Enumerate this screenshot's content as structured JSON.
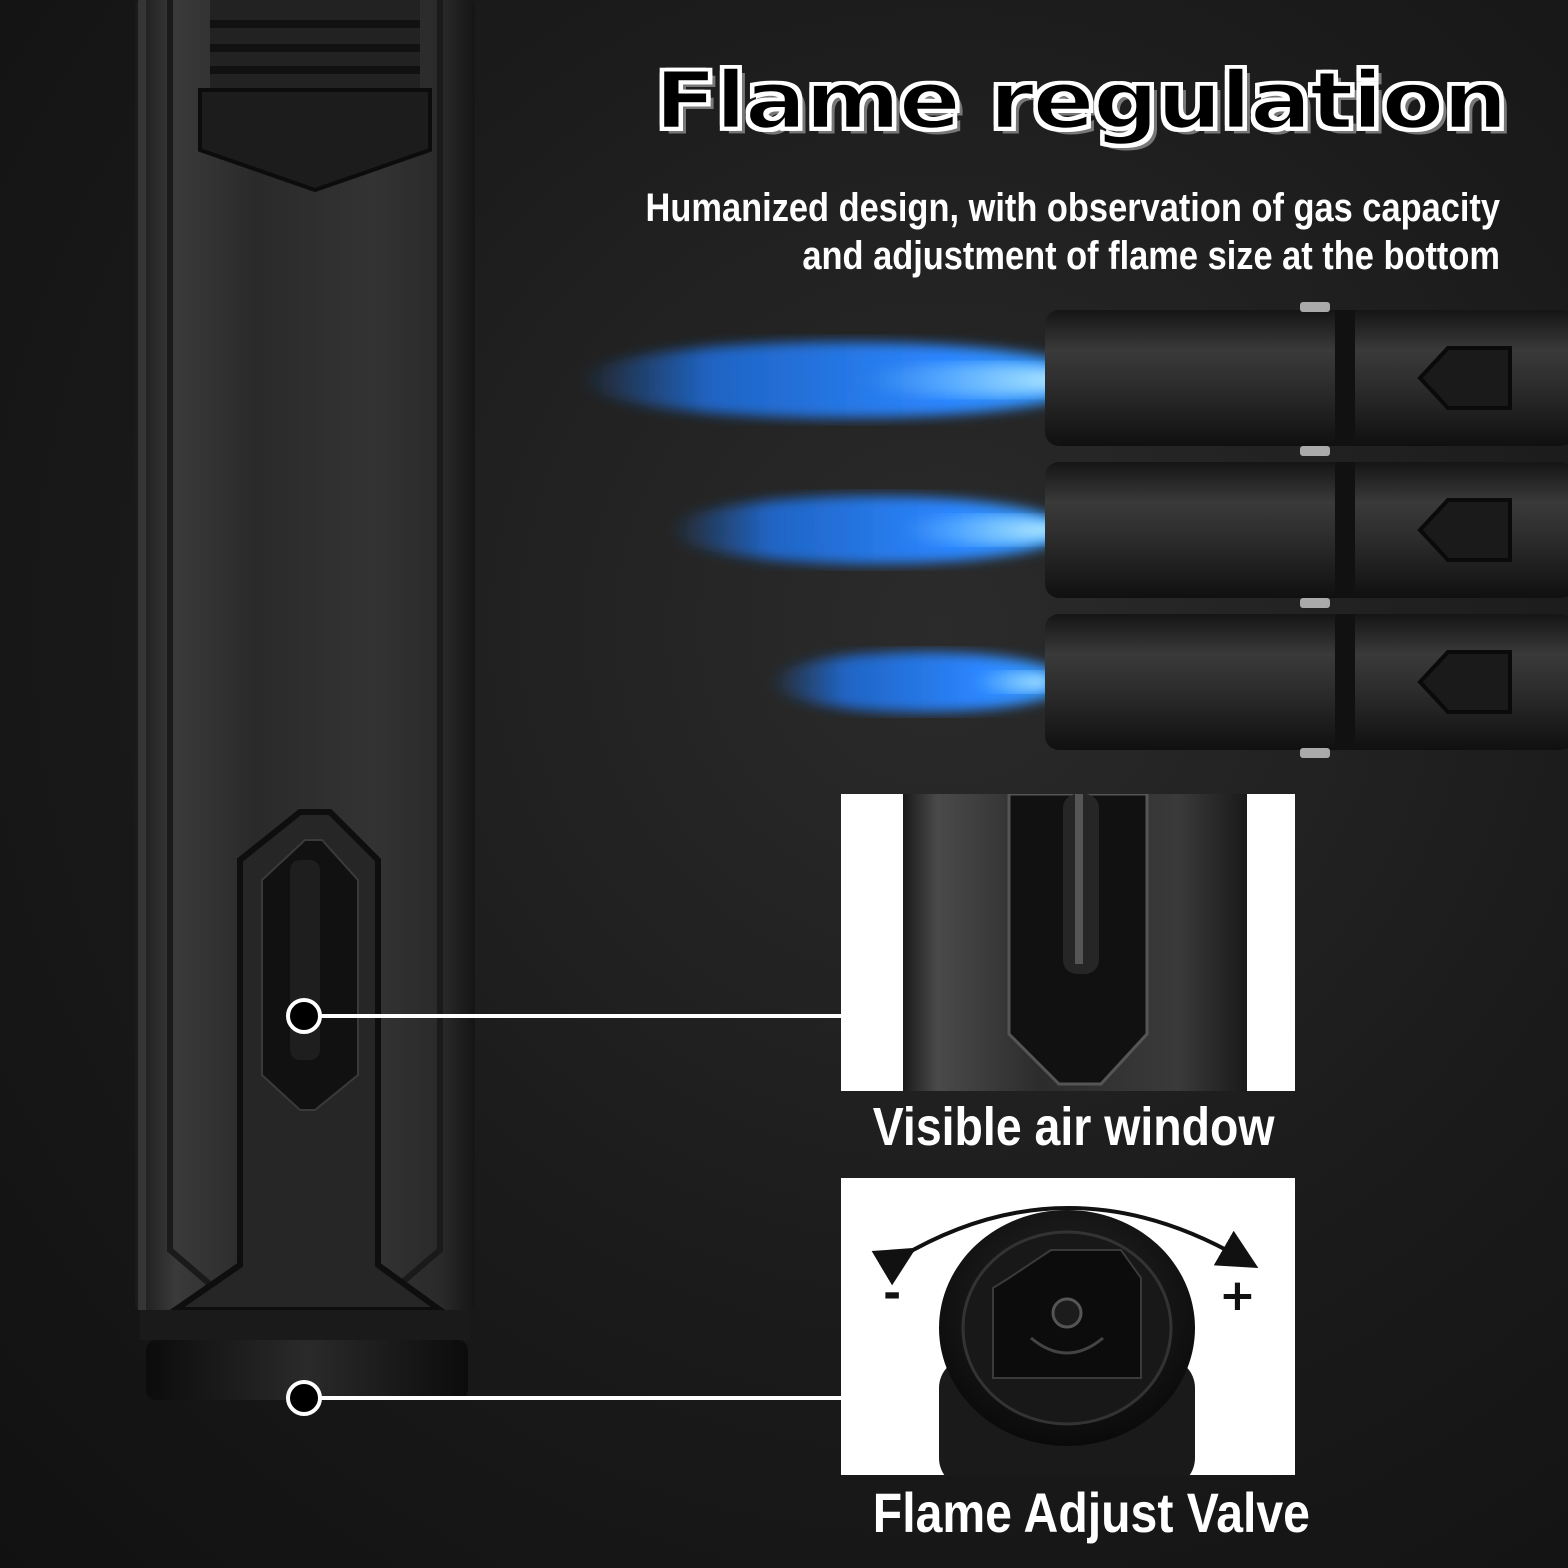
{
  "title": "Flame regulation",
  "subtitle": {
    "line1": "Humanized design, with observation of gas capacity",
    "line2": "and adjustment of flame size at the bottom"
  },
  "callouts": {
    "air_window": {
      "label": "Visible air window"
    },
    "valve": {
      "label": "Flame Adjust Valve",
      "minus": "-",
      "plus": "+"
    }
  },
  "colors": {
    "background": "#1a1a1a",
    "lighter_body": "#2e2e2e",
    "flame_blue": "#1e6fe0",
    "flame_core": "#7fd4ff",
    "leader_line": "#ffffff",
    "panel": "#ffffff"
  }
}
